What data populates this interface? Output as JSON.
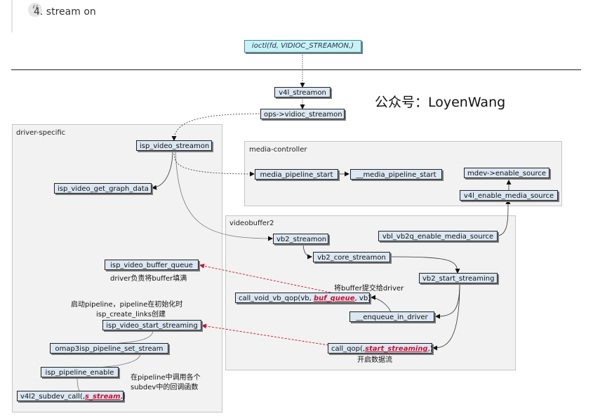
{
  "section": {
    "title": "4. stream on"
  },
  "brand": "公众号：LoyenWang",
  "regions": {
    "driver": "driver-specific",
    "media": "media-controller",
    "vb2": "videobuffer2"
  },
  "boxes": {
    "ioctl": "ioctl(fd, VIDIOC_STREAMON,)",
    "v4l_streamon": "v4l_streamon",
    "ops_streamon": "ops->vidioc_streamon",
    "isp_video_streamon": "isp_video_streamon",
    "media_pipeline_start": "media_pipeline_start",
    "media_pipeline_start2": "__media_pipeline_start",
    "enable_source": "mdev->enable_source",
    "v4l_enable_media_source": "v4l_enable_media_source",
    "get_graph_data": "isp_video_get_graph_data",
    "vb2_streamon": "vb2_streamon",
    "vbl_enable_media_source": "vbl_vb2q_enable_media_source",
    "vb2_core_streamon": "vb2_core_streamon",
    "vb2_start_streaming": "vb2_start_streaming",
    "buffer_queue": "isp_video_buffer_queue",
    "qop_prefix": "call_void_vb_qop(vb, ",
    "qop_highlight": "buf_queue",
    "qop_suffix": ", vb)",
    "enqueue_in_driver": "__enqueue_in_driver",
    "start_streaming_box": "isp_video_start_streaming",
    "call_qop_prefix": "call_qop(,",
    "call_qop_highlight": "start_streaming",
    "call_qop_suffix": ",)",
    "pipeline_set_stream": "omap3isp_pipeline_set_stream",
    "pipeline_enable": "isp_pipeline_enable",
    "subdev_prefix": "v4l2_subdev_call(,",
    "subdev_highlight": "s_stream",
    "subdev_suffix": ",)"
  },
  "notes": {
    "fill_buffer": "driver负责将buffer填满",
    "hand_buffer": "将buffer提交给driver",
    "start_pipeline_1": "启动pipeline，pipeline在初始化时",
    "start_pipeline_2": "isp_create_links创建",
    "open_stream": "开启数据流",
    "callbacks_1": "在pipeline中调用各个",
    "callbacks_2": "subdev中的回调函数"
  },
  "colors": {
    "box_fill": "#dbe7f2",
    "ioctl_fill": "#c9f2f5",
    "region_fill": "#f2f2f2",
    "highlight": "#c8102e"
  }
}
